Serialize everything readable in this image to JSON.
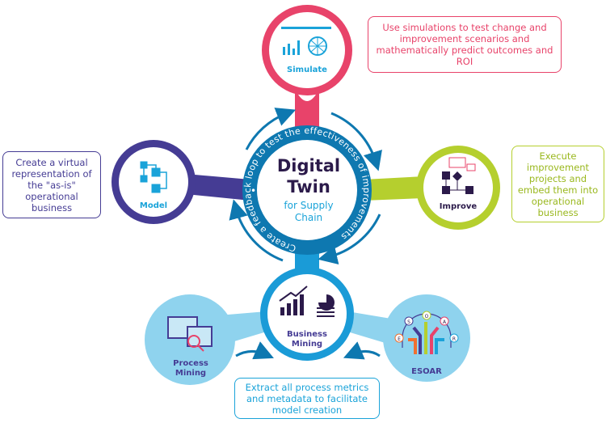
{
  "center": {
    "title_line1": "Digital",
    "title_line2": "Twin",
    "subtitle_line1": "for Supply",
    "subtitle_line2": "Chain",
    "ring_text": "Create a feedback loop to test the effectiveness of improvements",
    "ring_bullet": "•"
  },
  "nodes": {
    "simulate": {
      "label": "Simulate",
      "color": "#e8436a"
    },
    "model": {
      "label": "Model",
      "color": "#453c94"
    },
    "improve": {
      "label": "Improve",
      "color": "#b5cf2e"
    },
    "business_mining": {
      "label_line1": "Business",
      "label_line2": "Mining",
      "color": "#1a9bd7"
    },
    "process_mining": {
      "label_line1": "Process",
      "label_line2": "Mining",
      "color": "#8fd3ee"
    },
    "esoar": {
      "label": "ESOAR",
      "letters": [
        "E",
        "S",
        "O",
        "A",
        "R"
      ],
      "color": "#8fd3ee"
    }
  },
  "callouts": {
    "simulate": "Use simulations to test change and improvement scenarios and mathematically predict outcomes and ROI",
    "model": "Create a virtual representation of the \"as-is\" operational business",
    "improve": "Execute improvement projects and embed them into operational business",
    "business_mining": "Extract all process metrics and metadata to facilitate model creation"
  },
  "colors": {
    "ring": "#0e78b0",
    "title": "#2b1a4a",
    "subtitle": "#1aa3d9"
  }
}
